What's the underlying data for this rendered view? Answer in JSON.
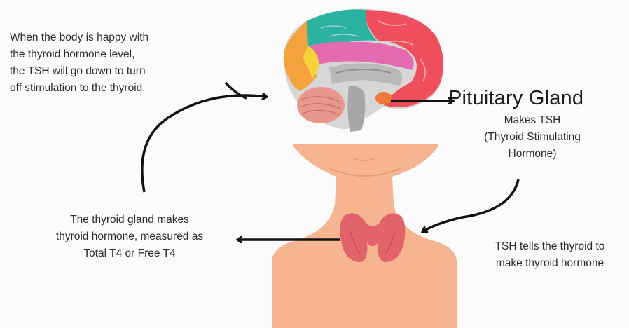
{
  "colors": {
    "background": "#fbfbfb",
    "skin": "#f6b490",
    "thyroid": "#e2646a",
    "arrow": "#111111",
    "brain_green": "#2bb3a0",
    "brain_red": "#ef4f5c",
    "brain_orange": "#f4a23d",
    "brain_pink": "#e56bb0"
  },
  "icons": [
    "brain-illustration",
    "neck-illustration",
    "thyroid-gland-icon"
  ],
  "pituitary": {
    "title": "Pituitary Gland",
    "lines": [
      "Makes TSH",
      "(Thyroid Stimulating",
      "Hormone)"
    ]
  },
  "feedback_note": {
    "lines": [
      "When the body is happy with",
      "the thyroid hormone level,",
      "the TSH will go down to turn",
      "off stimulation to the thyroid."
    ]
  },
  "thyroid_note": {
    "lines": [
      "The thyroid gland makes",
      "thyroid hormone, measured as",
      "Total T4 or Free T4"
    ]
  },
  "tsh_note": {
    "lines": [
      "TSH tells the thyroid to",
      "make thyroid hormone"
    ]
  }
}
